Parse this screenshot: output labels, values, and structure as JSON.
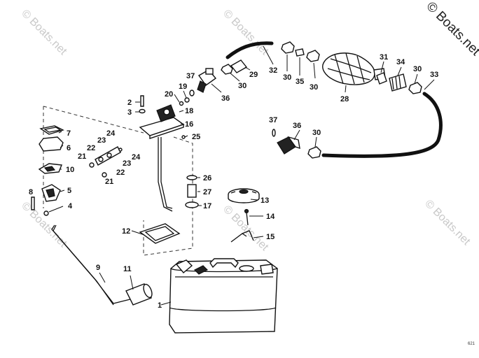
{
  "watermarks": {
    "top_right": "© Boats.net",
    "repeat": "© Boats.net"
  },
  "corner_code": "621",
  "callouts": [
    "1",
    "2",
    "3",
    "4",
    "5",
    "6",
    "7",
    "8",
    "9",
    "10",
    "11",
    "12",
    "13",
    "14",
    "15",
    "16",
    "17",
    "18",
    "19",
    "20",
    "21",
    "22",
    "23",
    "24",
    "25",
    "26",
    "27",
    "28",
    "29",
    "30",
    "31",
    "32",
    "33",
    "34",
    "35",
    "36",
    "37"
  ]
}
